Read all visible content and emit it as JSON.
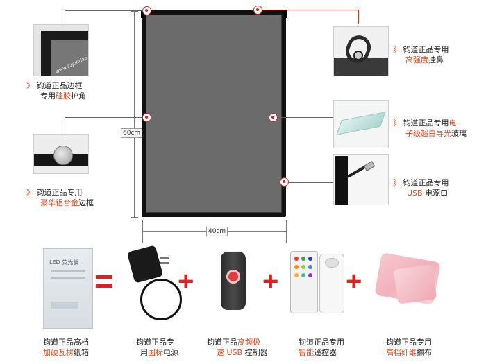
{
  "dimensions": {
    "height_label": "60cm",
    "width_label": "40cm"
  },
  "watermark": "www.zzjundao.com",
  "callouts": {
    "corner": {
      "line1": "钧道正品边框",
      "line2_pre": "专用",
      "line2_red": "硅胶",
      "line2_post": "护角"
    },
    "alloy": {
      "line1": "钧道正品专用",
      "line2_red": "豪华铝合金",
      "line2_post": "边框"
    },
    "hook": {
      "line1": "钧道正品专用",
      "line2_red": "高强度",
      "line2_post": "挂鼻"
    },
    "glass": {
      "line1_pre": "钧道正品专用",
      "line1_red": "电",
      "line2_red": "子级超白导光",
      "line2_post": "玻璃"
    },
    "usb": {
      "line1": "钧道正品专用",
      "line2_red": "USB",
      "line2_post": " 电源口"
    }
  },
  "box_label_text": "LED 荧光板",
  "accessories": [
    {
      "line1_pre": "钧道正品高档",
      "line1_red": "",
      "line2_red": "加硬瓦楞",
      "line2_post": "纸箱"
    },
    {
      "line1_pre": "钧道正品专",
      "line1_red": "",
      "line2_pre": "用",
      "line2_red": "国标",
      "line2_post": "电源"
    },
    {
      "line1_pre": "钧道正品",
      "line1_red": "高频极",
      "line2_red": "速 USB",
      "line2_post": " 控制器"
    },
    {
      "line1_pre": "钧道正品专用",
      "line1_red": "",
      "line2_red": "智能",
      "line2_post": "遥控器"
    },
    {
      "line1_pre": "钧道正品专用",
      "line1_red": "",
      "line2_red": "高档纤维",
      "line2_post": "擦布"
    }
  ],
  "operators": {
    "equals": "=",
    "plus": "+"
  },
  "colors": {
    "accent_red": "#e8471f",
    "board_fill": "#6b6b6b",
    "frame": "#111111"
  }
}
